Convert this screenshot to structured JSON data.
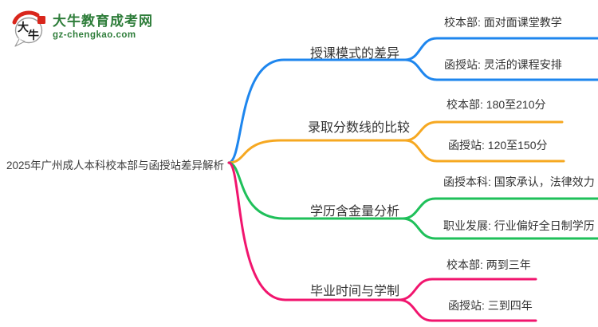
{
  "site": {
    "logo_title": "大牛教育成考网",
    "logo_domain": "gz-chengkao.com",
    "logo_chars": [
      "大",
      "牛"
    ],
    "brand_green": "#2e7d3a",
    "brand_red": "#d9261c"
  },
  "mindmap": {
    "central_topic": "2025年广州成人本科校本部与函授站差异解析",
    "branches": [
      {
        "label": "授课模式的差异",
        "color": "#1e86ee",
        "children": [
          {
            "text": "校本部: 面对面课堂教学"
          },
          {
            "text": "函授站: 灵活的课程安排"
          }
        ]
      },
      {
        "label": "录取分数线的比较",
        "color": "#f6a821",
        "children": [
          {
            "text": "校本部: 180至210分"
          },
          {
            "text": "函授站: 120至150分"
          }
        ]
      },
      {
        "label": "学历含金量分析",
        "color": "#1fc05a",
        "children": [
          {
            "text": "函授本科: 国家承认，法律效力"
          },
          {
            "text": "职业发展: 行业偏好全日制学历"
          }
        ]
      },
      {
        "label": "毕业时间与学制",
        "color": "#f1156e",
        "children": [
          {
            "text": "校本部: 两到三年"
          },
          {
            "text": "函授站: 三到四年"
          }
        ]
      }
    ]
  }
}
